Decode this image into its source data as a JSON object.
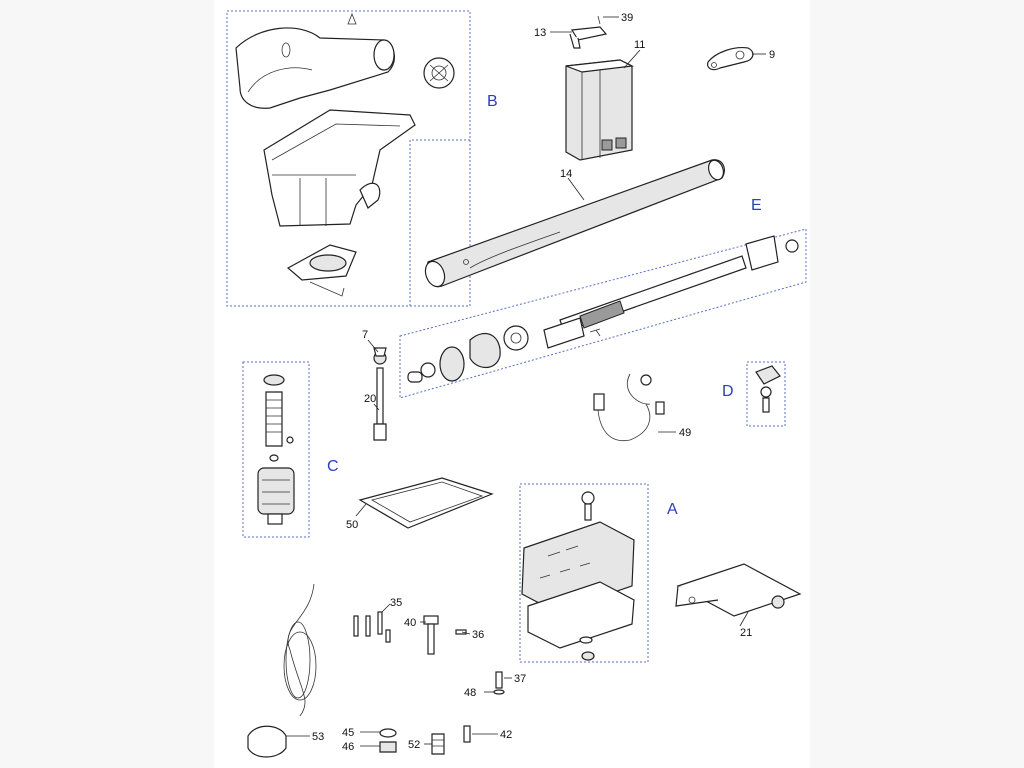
{
  "diagram": {
    "part_numbers": [
      "39",
      "13",
      "11",
      "9",
      "14",
      "7",
      "20",
      "49",
      "50",
      "35",
      "40",
      "36",
      "37",
      "48",
      "45",
      "46",
      "52",
      "42",
      "53",
      "21"
    ],
    "group_labels": [
      "B",
      "E",
      "C",
      "D",
      "A"
    ]
  },
  "colors": {
    "group_label": "#2b3fb6",
    "group_border": "#5b6fc4",
    "line_art": "#222222"
  }
}
